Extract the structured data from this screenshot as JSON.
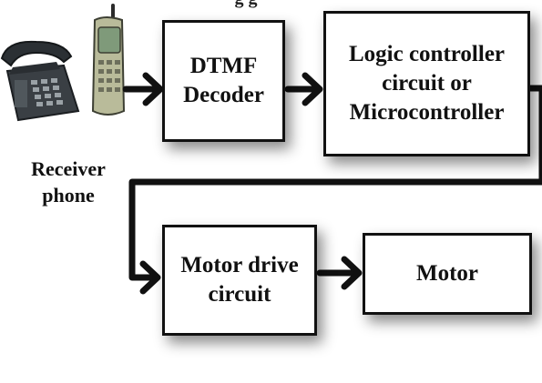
{
  "header": {
    "partial_text": "g g"
  },
  "nodes": {
    "dtmf": {
      "lines": [
        "DTMF",
        "Decoder"
      ]
    },
    "logic": {
      "lines": [
        "Logic controller",
        "circuit or",
        "Microcontroller"
      ]
    },
    "motor_drive": {
      "lines": [
        "Motor drive",
        "circuit"
      ]
    },
    "motor": {
      "lines": [
        "Motor"
      ]
    }
  },
  "receiver": {
    "lines": [
      "Receiver",
      "phone"
    ]
  },
  "icons": {
    "desk_phone": "desk-telephone-icon",
    "cell_phone": "mobile-phone-icon"
  },
  "edges": [
    {
      "from": "receiver",
      "to": "dtmf"
    },
    {
      "from": "dtmf",
      "to": "logic"
    },
    {
      "from": "logic",
      "to": "motor_drive"
    },
    {
      "from": "motor_drive",
      "to": "motor"
    }
  ],
  "colors": {
    "line": "#111111",
    "box_fill": "#ffffff",
    "desk_phone_body": "#3a3f44",
    "cell_phone_body": "#b9bb9a"
  }
}
